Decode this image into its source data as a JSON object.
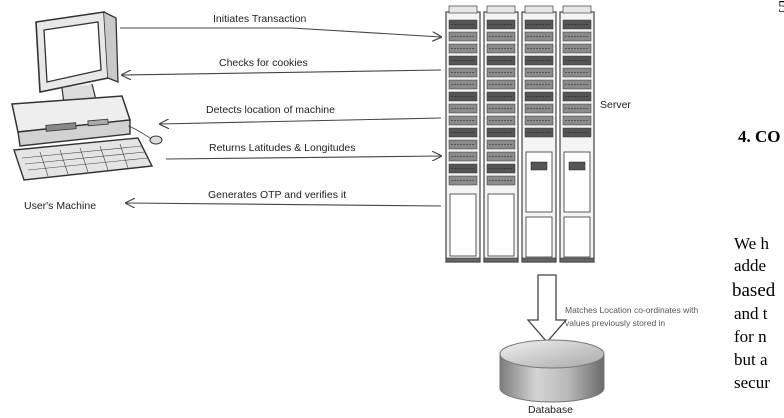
{
  "diagram": {
    "labels": {
      "user_machine": "User's Machine",
      "server": "Server",
      "database": "Database"
    },
    "messages": [
      {
        "text": "Initiates Transaction",
        "direction": "right"
      },
      {
        "text": "Checks for cookies",
        "direction": "left"
      },
      {
        "text": "Detects location of machine",
        "direction": "left"
      },
      {
        "text": "Returns Latitudes & Longitudes",
        "direction": "right"
      },
      {
        "text": "Generates OTP and verifies it",
        "direction": "left"
      }
    ],
    "db_note": {
      "line1": "Matches Location co-ordinates with",
      "line2": "values previously stored in"
    }
  },
  "paper_right": {
    "page_fragment": "5",
    "heading": "4. CO",
    "lines": [
      "We h",
      "adde",
      "based",
      "and t",
      "for n",
      "but a",
      "secur"
    ]
  }
}
